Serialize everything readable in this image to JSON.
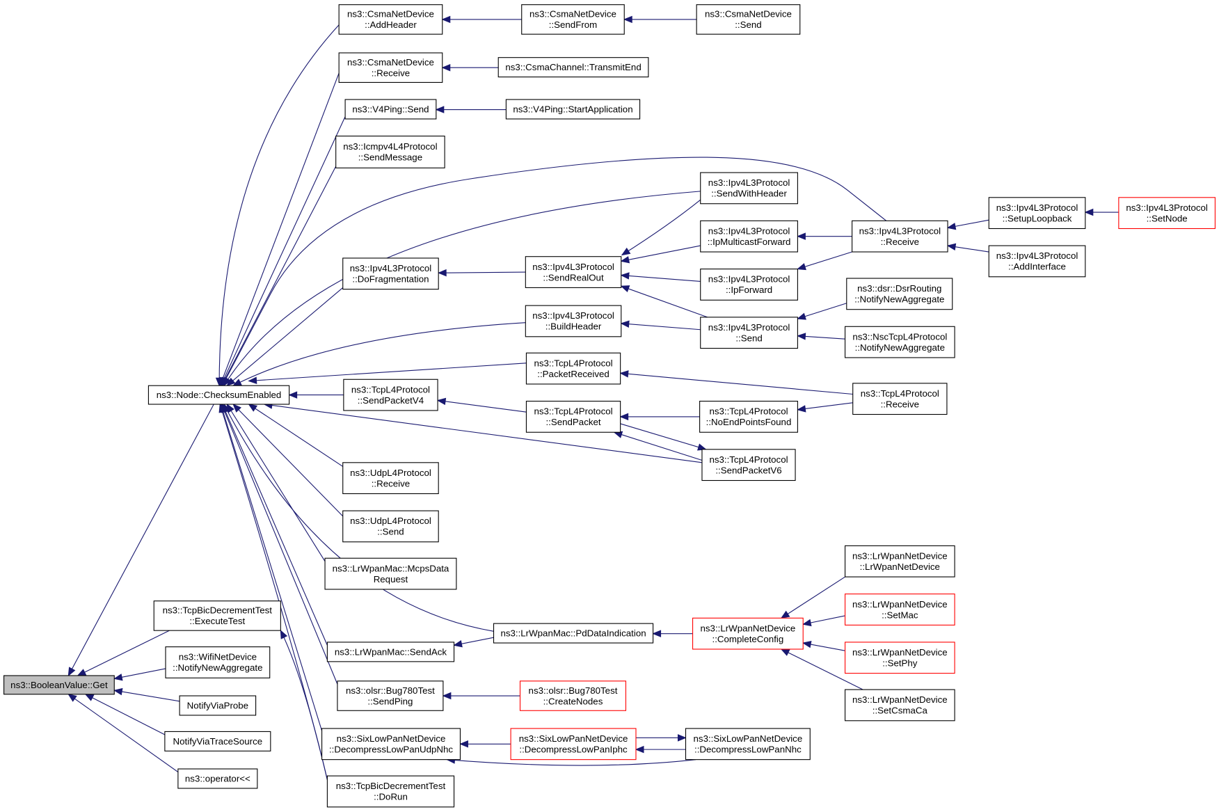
{
  "title": "",
  "nodes": [
    {
      "id": "root",
      "lines": [
        "ns3::BooleanValue::Get"
      ],
      "style": "root"
    },
    {
      "id": "checksum",
      "lines": [
        "ns3::Node::ChecksumEnabled"
      ]
    },
    {
      "id": "csma_addheader",
      "lines": [
        "ns3::CsmaNetDevice",
        "::AddHeader"
      ]
    },
    {
      "id": "csma_sendfrom",
      "lines": [
        "ns3::CsmaNetDevice",
        "::SendFrom"
      ]
    },
    {
      "id": "csma_send",
      "lines": [
        "ns3::CsmaNetDevice",
        "::Send"
      ]
    },
    {
      "id": "csma_receive",
      "lines": [
        "ns3::CsmaNetDevice",
        "::Receive"
      ]
    },
    {
      "id": "csma_transmitend",
      "lines": [
        "ns3::CsmaChannel::TransmitEnd"
      ]
    },
    {
      "id": "v4ping_send",
      "lines": [
        "ns3::V4Ping::Send"
      ]
    },
    {
      "id": "v4ping_start",
      "lines": [
        "ns3::V4Ping::StartApplication"
      ]
    },
    {
      "id": "icmp_sendmessage",
      "lines": [
        "ns3::Icmpv4L4Protocol",
        "::SendMessage"
      ]
    },
    {
      "id": "ipv4_sendwithheader",
      "lines": [
        "ns3::Ipv4L3Protocol",
        "::SendWithHeader"
      ]
    },
    {
      "id": "ipv4_mcastfwd",
      "lines": [
        "ns3::Ipv4L3Protocol",
        "::IpMulticastForward"
      ]
    },
    {
      "id": "ipv4_receive",
      "lines": [
        "ns3::Ipv4L3Protocol",
        "::Receive"
      ]
    },
    {
      "id": "ipv4_setuploopback",
      "lines": [
        "ns3::Ipv4L3Protocol",
        "::SetupLoopback"
      ]
    },
    {
      "id": "ipv4_setnode",
      "lines": [
        "ns3::Ipv4L3Protocol",
        "::SetNode"
      ],
      "style": "red"
    },
    {
      "id": "ipv4_addinterface",
      "lines": [
        "ns3::Ipv4L3Protocol",
        "::AddInterface"
      ]
    },
    {
      "id": "ipv4_dofrag",
      "lines": [
        "ns3::Ipv4L3Protocol",
        "::DoFragmentation"
      ]
    },
    {
      "id": "ipv4_sendrealout",
      "lines": [
        "ns3::Ipv4L3Protocol",
        "::SendRealOut"
      ]
    },
    {
      "id": "ipv4_ipforward",
      "lines": [
        "ns3::Ipv4L3Protocol",
        "::IpForward"
      ]
    },
    {
      "id": "dsr_notify",
      "lines": [
        "ns3::dsr::DsrRouting",
        "::NotifyNewAggregate"
      ]
    },
    {
      "id": "ipv4_buildheader",
      "lines": [
        "ns3::Ipv4L3Protocol",
        "::BuildHeader"
      ]
    },
    {
      "id": "ipv4_send",
      "lines": [
        "ns3::Ipv4L3Protocol",
        "::Send"
      ]
    },
    {
      "id": "nsc_notify",
      "lines": [
        "ns3::NscTcpL4Protocol",
        "::NotifyNewAggregate"
      ]
    },
    {
      "id": "tcp_packetreceived",
      "lines": [
        "ns3::TcpL4Protocol",
        "::PacketReceived"
      ]
    },
    {
      "id": "tcp_receive",
      "lines": [
        "ns3::TcpL4Protocol",
        "::Receive"
      ]
    },
    {
      "id": "tcp_sendpacketv4",
      "lines": [
        "ns3::TcpL4Protocol",
        "::SendPacketV4"
      ]
    },
    {
      "id": "tcp_sendpacket",
      "lines": [
        "ns3::TcpL4Protocol",
        "::SendPacket"
      ]
    },
    {
      "id": "tcp_noendpoints",
      "lines": [
        "ns3::TcpL4Protocol",
        "::NoEndPointsFound"
      ]
    },
    {
      "id": "tcp_sendpacketv6",
      "lines": [
        "ns3::TcpL4Protocol",
        "::SendPacketV6"
      ]
    },
    {
      "id": "udp_receive",
      "lines": [
        "ns3::UdpL4Protocol",
        "::Receive"
      ]
    },
    {
      "id": "udp_send",
      "lines": [
        "ns3::UdpL4Protocol",
        "::Send"
      ]
    },
    {
      "id": "lrmac_mcps",
      "lines": [
        "ns3::LrWpanMac::McpsData",
        "Request"
      ]
    },
    {
      "id": "lrnd_ctor",
      "lines": [
        "ns3::LrWpanNetDevice",
        "::LrWpanNetDevice"
      ]
    },
    {
      "id": "lrmac_pddata",
      "lines": [
        "ns3::LrWpanMac::PdDataIndication"
      ]
    },
    {
      "id": "lrnd_completeconfig",
      "lines": [
        "ns3::LrWpanNetDevice",
        "::CompleteConfig"
      ],
      "style": "red"
    },
    {
      "id": "lrnd_setmac",
      "lines": [
        "ns3::LrWpanNetDevice",
        "::SetMac"
      ],
      "style": "red"
    },
    {
      "id": "lrmac_sendack",
      "lines": [
        "ns3::LrWpanMac::SendAck"
      ]
    },
    {
      "id": "lrnd_setphy",
      "lines": [
        "ns3::LrWpanNetDevice",
        "::SetPhy"
      ],
      "style": "red"
    },
    {
      "id": "lrnd_setcsmaca",
      "lines": [
        "ns3::LrWpanNetDevice",
        "::SetCsmaCa"
      ]
    },
    {
      "id": "tcpbic_execute",
      "lines": [
        "ns3::TcpBicDecrementTest",
        "::ExecuteTest"
      ]
    },
    {
      "id": "wifi_notify",
      "lines": [
        "ns3::WifiNetDevice",
        "::NotifyNewAggregate"
      ]
    },
    {
      "id": "notify_probe",
      "lines": [
        "NotifyViaProbe"
      ]
    },
    {
      "id": "notify_trace",
      "lines": [
        "NotifyViaTraceSource"
      ]
    },
    {
      "id": "operator_ll",
      "lines": [
        "ns3::operator<<"
      ]
    },
    {
      "id": "olsr_sendping",
      "lines": [
        "ns3::olsr::Bug780Test",
        "::SendPing"
      ]
    },
    {
      "id": "olsr_createnodes",
      "lines": [
        "ns3::olsr::Bug780Test",
        "::CreateNodes"
      ],
      "style": "red"
    },
    {
      "id": "sixlow_udpnhc",
      "lines": [
        "ns3::SixLowPanNetDevice",
        "::DecompressLowPanUdpNhc"
      ]
    },
    {
      "id": "sixlow_iphc",
      "lines": [
        "ns3::SixLowPanNetDevice",
        "::DecompressLowPanIphc"
      ],
      "style": "red"
    },
    {
      "id": "sixlow_nhc",
      "lines": [
        "ns3::SixLowPanNetDevice",
        "::DecompressLowPanNhc"
      ]
    },
    {
      "id": "tcpbic_dorun",
      "lines": [
        "ns3::TcpBicDecrementTest",
        "::DoRun"
      ]
    }
  ]
}
